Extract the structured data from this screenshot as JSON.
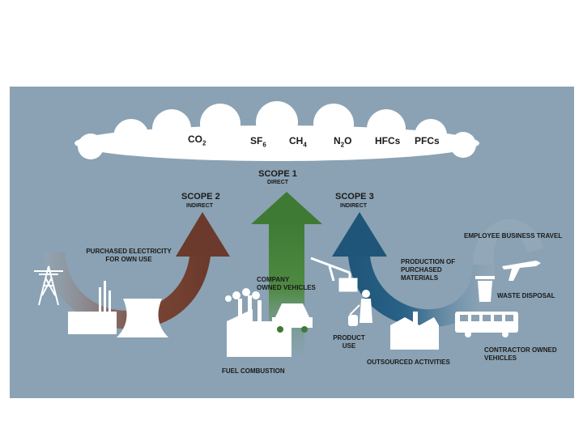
{
  "gases": [
    {
      "base": "CO",
      "sub": "2"
    },
    {
      "base": "SF",
      "sub": "6"
    },
    {
      "base": "CH",
      "sub": "4"
    },
    {
      "base": "N",
      "sub": "2",
      "tail": "O"
    },
    {
      "base": "HFCs",
      "sub": ""
    },
    {
      "base": "PFCs",
      "sub": ""
    }
  ],
  "scopes": {
    "scope1": {
      "title": "SCOPE 1",
      "subtitle": "DIRECT",
      "color": "#3f7a34"
    },
    "scope2": {
      "title": "SCOPE 2",
      "subtitle": "INDIRECT",
      "color": "#6b3a2c"
    },
    "scope3": {
      "title": "SCOPE 3",
      "subtitle": "INDIRECT",
      "color": "#1e5578"
    }
  },
  "labels": {
    "purchased_electricity": "PURCHASED ELECTRICITY\nFOR OWN USE",
    "company_vehicles": "COMPANY\nOWNED VEHICLES",
    "fuel_combustion": "FUEL COMBUSTION",
    "product_use": "PRODUCT\nUSE",
    "outsourced_activities": "OUTSOURCED ACTIVITIES",
    "purchased_materials": "PRODUCTION OF\nPURCHASED\nMATERIALS",
    "employee_travel": "EMPLOYEE BUSINESS TRAVEL",
    "waste_disposal": "WASTE DISPOSAL",
    "contractor_vehicles": "CONTRACTOR OWNED\nVEHICLES"
  },
  "colors": {
    "panel": "#8aa2b3",
    "cloud": "#ffffff",
    "icon": "#ffffff"
  }
}
